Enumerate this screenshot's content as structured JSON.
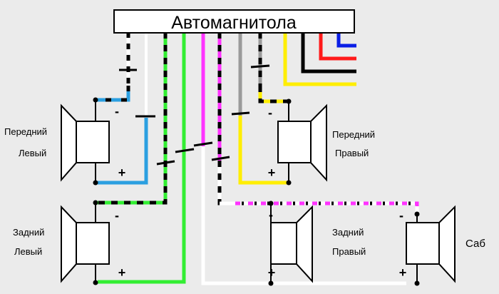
{
  "head_unit": {
    "label": "Автомагнитола"
  },
  "polarity": {
    "minus": "-",
    "plus": "+"
  },
  "speakers": {
    "front_left": {
      "line1": "Передний",
      "line2": "Левый"
    },
    "front_right": {
      "line1": "Передний",
      "line2": "Правый"
    },
    "rear_left": {
      "line1": "Задний",
      "line2": "Левый"
    },
    "rear_right": {
      "line1": "Задний",
      "line2": "Правый"
    },
    "sub": {
      "line1": "Саб"
    }
  },
  "wire_colors": {
    "white": "#ffffff",
    "black": "#000000",
    "blue": "#2b9fe0",
    "green": "#33ee33",
    "magenta": "#ff33ff",
    "gray": "#9a9a9a",
    "yellow": "#ffee00",
    "red": "#ff1a1a",
    "navy": "#0a1ee6"
  }
}
